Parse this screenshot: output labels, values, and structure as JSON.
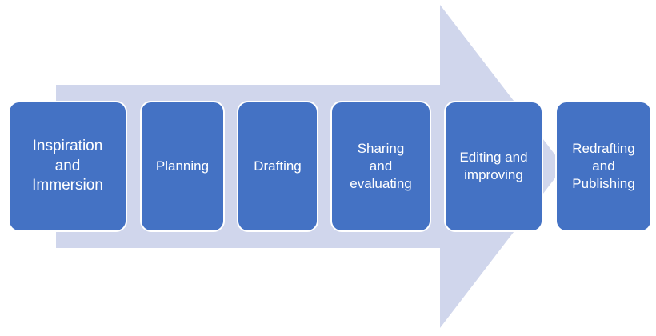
{
  "colors": {
    "arrow": "#d0d6ec",
    "box": "#4472c4",
    "box_border": "#ffffff",
    "text": "#ffffff"
  },
  "steps": [
    {
      "label": "Inspiration\nand\nImmersion"
    },
    {
      "label": "Planning"
    },
    {
      "label": "Drafting"
    },
    {
      "label": "Sharing\nand\nevaluating"
    },
    {
      "label": "Editing and\nimproving"
    },
    {
      "label": "Redrafting\nand\nPublishing"
    }
  ]
}
